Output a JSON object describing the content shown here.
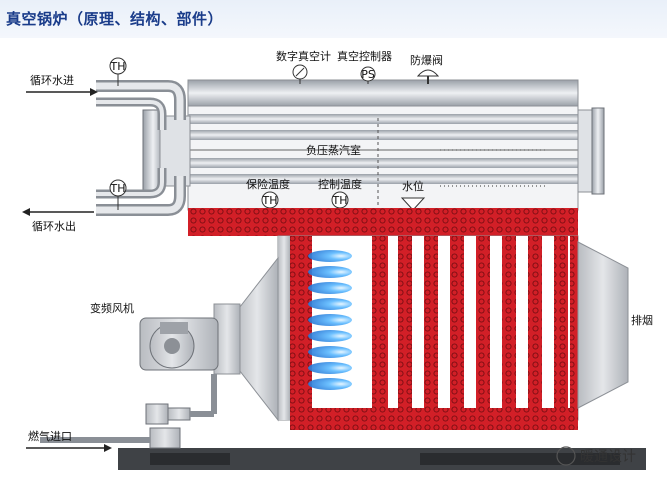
{
  "title": "真空锅炉（原理、结构、部件）",
  "labels": {
    "circ_in": "循环水进",
    "circ_out": "循环水出",
    "vac_gauge": "数字真空计",
    "vac_controller": "真空控制器",
    "explosion_valve": "防爆阀",
    "neg_steam": "负压蒸汽室",
    "protect_temp": "保险温度",
    "control_temp": "控制温度",
    "water_level": "水位",
    "fan": "变频风机",
    "exhaust": "排烟",
    "gas_inlet": "燃气进口"
  },
  "symbols": {
    "th": "TH",
    "ps": "PS"
  },
  "watermark": "暖通设计",
  "colors": {
    "title": "#1a3c8a",
    "water_red": "#d8202a",
    "flame": "#2a8ee8",
    "steel": "#c9cdd3"
  }
}
